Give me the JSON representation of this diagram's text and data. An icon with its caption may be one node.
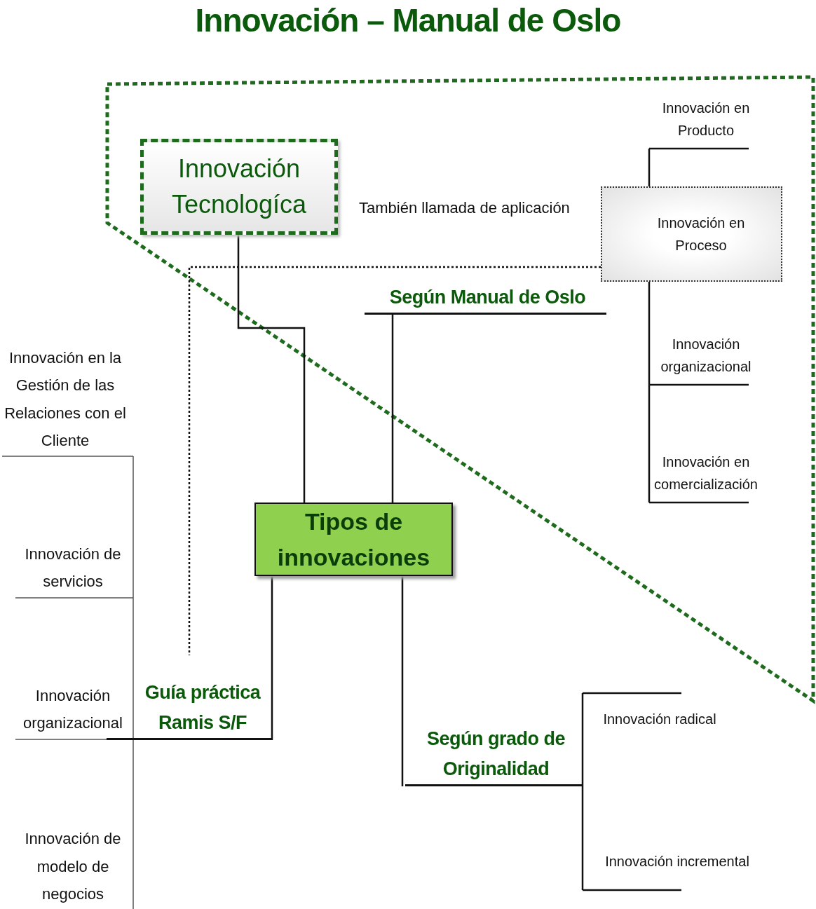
{
  "diagram": {
    "title": "Innovación – Manual de Oslo",
    "nodes": [
      {
        "text": [
          "Innovación Tecnologíca"
        ]
      },
      {
        "text": [
          "Tipos de innovaciones"
        ]
      },
      {
        "text": [
          "Según Manual de Oslo"
        ]
      },
      {
        "text": [
          "Innovación en Producto"
        ]
      },
      {
        "text": [
          "Innovación en Proceso"
        ]
      },
      {
        "text": [
          "Innovación organizacional"
        ]
      },
      {
        "text": [
          "Innovación en comercialización"
        ]
      },
      {
        "text": [
          "Guía práctica Ramis S/F"
        ]
      },
      {
        "text": [
          "Innovación en la Gestión de las Relaciones con el Cliente"
        ]
      },
      {
        "text": [
          "Innovación de servicios"
        ]
      },
      {
        "text": [
          "Innovación organizacional"
        ]
      },
      {
        "text": [
          "Innovación de modelo de negocios"
        ]
      },
      {
        "text": [
          "Según grado de Originalidad"
        ]
      },
      {
        "text": [
          "Innovación radical"
        ]
      },
      {
        "text": [
          "Innovación incremental"
        ]
      }
    ],
    "edges": [
      {
        "from": 1,
        "to": 0,
        "arrow": "none"
      },
      {
        "from": 1,
        "to": 2,
        "arrow": "none"
      },
      {
        "from": 1,
        "to": 7,
        "arrow": "none"
      },
      {
        "from": 1,
        "to": 12,
        "arrow": "none"
      },
      {
        "from": 4,
        "to": 7,
        "arrow": "none",
        "style": "dashed"
      }
    ],
    "labels": [
      "También llamada de aplicación"
    ]
  }
}
